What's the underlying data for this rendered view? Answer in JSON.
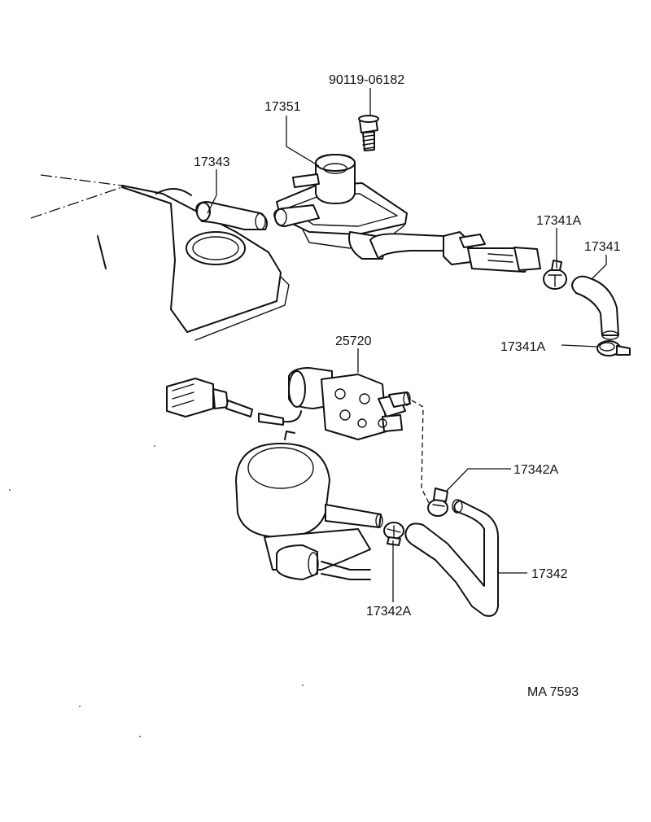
{
  "labels": {
    "bolt": "90119-06182",
    "vsv_top": "17351",
    "hose_top": "17343",
    "clamp_a_top": "17341A",
    "hose_right": "17341",
    "clamp_a_right": "17341A",
    "vsv_mid": "25720",
    "clamp_b_upper": "17342A",
    "hose_bottom": "17342",
    "clamp_b_lower": "17342A",
    "code": "MA 7593"
  }
}
